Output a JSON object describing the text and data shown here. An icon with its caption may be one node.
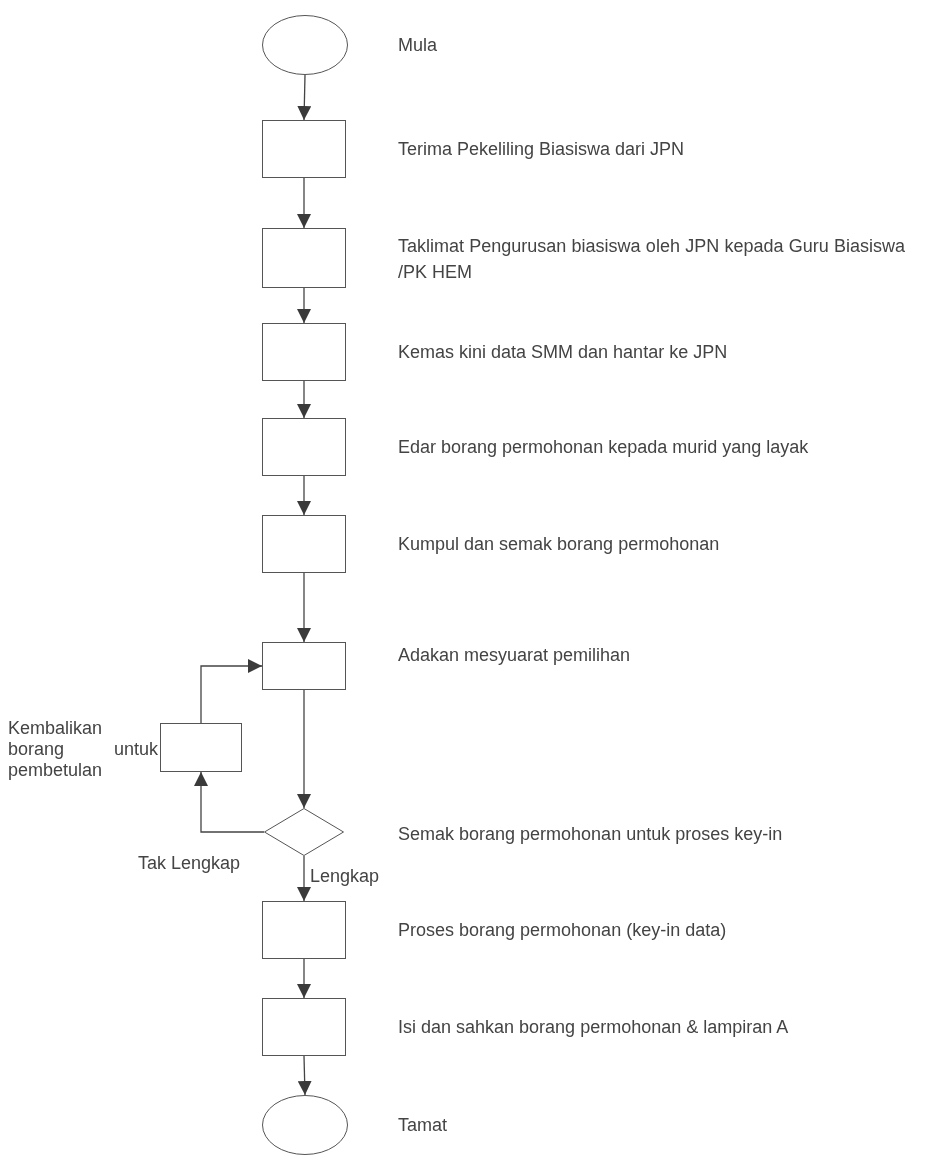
{
  "diagram": {
    "nodes": [
      {
        "text": [],
        "shape": "ellipse",
        "beside": [
          "Mula"
        ]
      },
      {
        "text": [],
        "shape": "box",
        "beside": [
          "Terima Pekeliling Biasiswa dari JPN"
        ]
      },
      {
        "text": [],
        "shape": "box",
        "beside": [
          "Taklimat Pengurusan biasiswa oleh JPN kepada Guru Biasiswa /PK HEM"
        ]
      },
      {
        "text": [],
        "shape": "box",
        "beside": [
          "Kemas kini data SMM dan hantar ke JPN"
        ]
      },
      {
        "text": [],
        "shape": "box",
        "beside": [
          "Edar borang permohonan kepada murid yang layak"
        ]
      },
      {
        "text": [],
        "shape": "box",
        "beside": [
          "Kumpul dan semak borang permohonan"
        ]
      },
      {
        "text": [],
        "shape": "box",
        "beside": [
          "Adakan mesyuarat pemilihan"
        ]
      },
      {
        "text": [],
        "shape": "box",
        "beside": [
          "Kembalikan borang untuk pembetulan"
        ]
      },
      {
        "text": [],
        "shape": "diamond",
        "beside": [
          "Semak borang permohonan untuk proses key-in"
        ]
      },
      {
        "text": [],
        "shape": "box",
        "beside": [
          "Proses borang permohonan (key-in data)"
        ]
      },
      {
        "text": [],
        "shape": "box",
        "beside": [
          "Isi dan sahkan borang permohonan & lampiran A"
        ]
      },
      {
        "text": [],
        "shape": "ellipse",
        "beside": [
          "Tamat"
        ]
      }
    ],
    "edges": [
      {
        "from": 0,
        "to": 1,
        "arrow": "to"
      },
      {
        "from": 1,
        "to": 2,
        "arrow": "to"
      },
      {
        "from": 2,
        "to": 3,
        "arrow": "to"
      },
      {
        "from": 3,
        "to": 4,
        "arrow": "to"
      },
      {
        "from": 4,
        "to": 5,
        "arrow": "to"
      },
      {
        "from": 5,
        "to": 6,
        "arrow": "to"
      },
      {
        "from": 6,
        "to": 8,
        "arrow": "to"
      },
      {
        "from": 8,
        "to": 7,
        "arrow": "to",
        "label": "Tak Lengkap"
      },
      {
        "from": 7,
        "to": 6,
        "arrow": "to"
      },
      {
        "from": 8,
        "to": 9,
        "arrow": "to",
        "label": "Lengkap"
      },
      {
        "from": 9,
        "to": 10,
        "arrow": "to"
      },
      {
        "from": 10,
        "to": 11,
        "arrow": "to"
      }
    ]
  }
}
